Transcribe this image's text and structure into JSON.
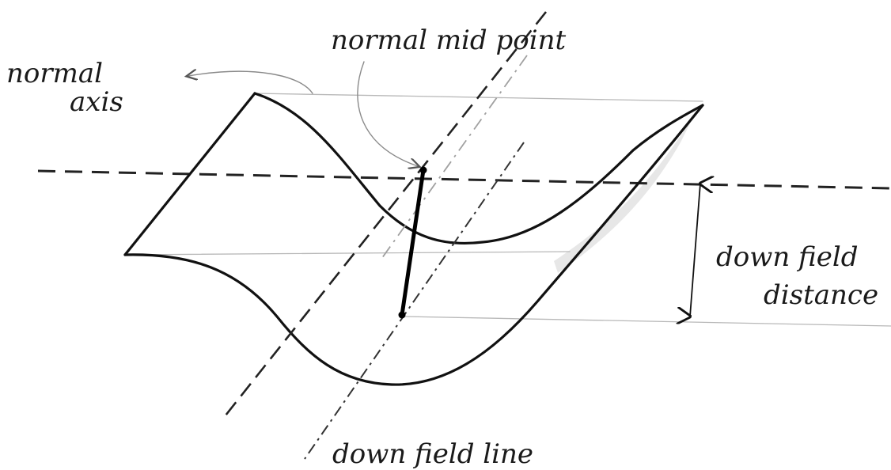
{
  "labels": {
    "normal_axis_line1": "normal",
    "normal_axis_line2": "axis",
    "normal_mid_point": "normal mid point",
    "down_field_distance_line1": "down field",
    "down_field_distance_line2": "distance",
    "down_field_line": "down field line"
  },
  "colors": {
    "ink": "#111111",
    "paper": "#ffffff",
    "shading": "#9a9a9a"
  }
}
